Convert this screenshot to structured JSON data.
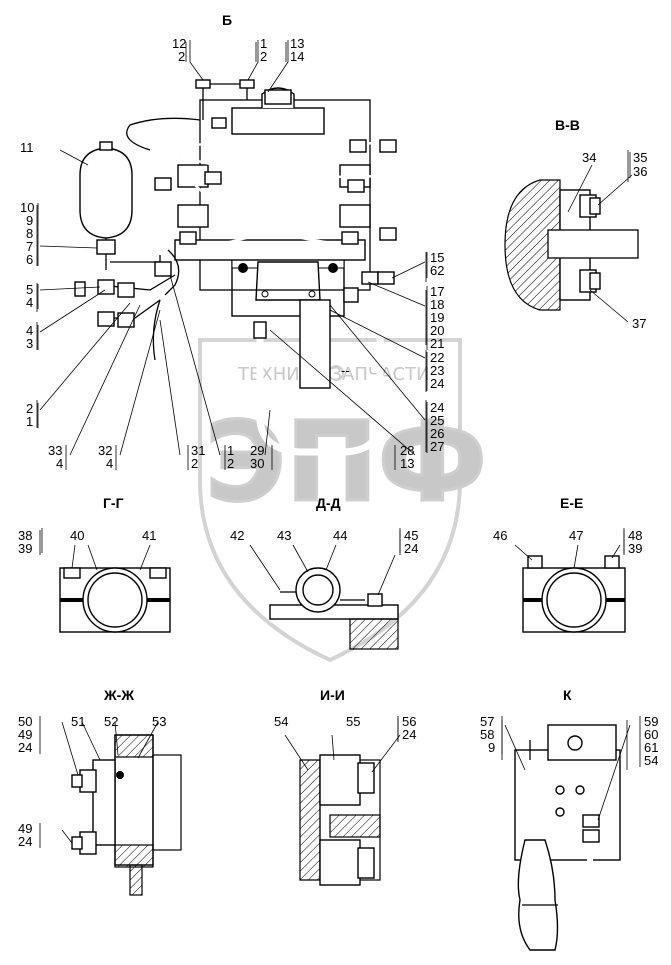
{
  "watermark": {
    "text": "ТЕХНИКА ЗАПЧАСТИ",
    "logo": "ЭПФ"
  },
  "views": {
    "B_top": "Б",
    "VV": "В-В",
    "GG": "Г-Г",
    "DD": "Д-Д",
    "EE": "Е-Е",
    "ZhZh": "Ж-Ж",
    "II": "И-И",
    "K": "К"
  },
  "labels": {
    "l12_2": [
      "12",
      "2"
    ],
    "l1_2": [
      "1",
      "2"
    ],
    "l13_14": [
      "13",
      "14"
    ],
    "l11": "11",
    "l10_6": [
      "10",
      "9",
      "8",
      "7",
      "6"
    ],
    "l5_4": [
      "5",
      "4"
    ],
    "l4_3": [
      "4",
      "3"
    ],
    "l2_1": [
      "2",
      "1"
    ],
    "l33_4": [
      "33",
      "4"
    ],
    "l32_4": [
      "32",
      "4"
    ],
    "l31_2": [
      "31",
      "2"
    ],
    "l1_2b": [
      "1",
      "2"
    ],
    "l29_30": [
      "29",
      "30"
    ],
    "l28_13": [
      "28",
      "13"
    ],
    "l15_62": [
      "15",
      "62"
    ],
    "l17_21": [
      "17",
      "18",
      "19",
      "20",
      "21"
    ],
    "l22_24": [
      "22",
      "23",
      "24"
    ],
    "l24_27": [
      "24",
      "25",
      "26",
      "27"
    ],
    "l34": "34",
    "l35_36": [
      "35",
      "36"
    ],
    "l37": "37",
    "l38_39": [
      "38",
      "39"
    ],
    "l40": "40",
    "l41": "41",
    "l42": "42",
    "l43": "43",
    "l44": "44",
    "l45_24": [
      "45",
      "24"
    ],
    "l46": "46",
    "l47": "47",
    "l48_39": [
      "48",
      "39"
    ],
    "l50_24": [
      "50",
      "49",
      "24"
    ],
    "l51": "51",
    "l52": "52",
    "l53": "53",
    "l49_24": [
      "49",
      "24"
    ],
    "l54": "54",
    "l55": "55",
    "l56_24": [
      "56",
      "24"
    ],
    "l57_9": [
      "57",
      "58",
      "9"
    ],
    "l59_54": [
      "59",
      "60",
      "61",
      "54"
    ]
  }
}
